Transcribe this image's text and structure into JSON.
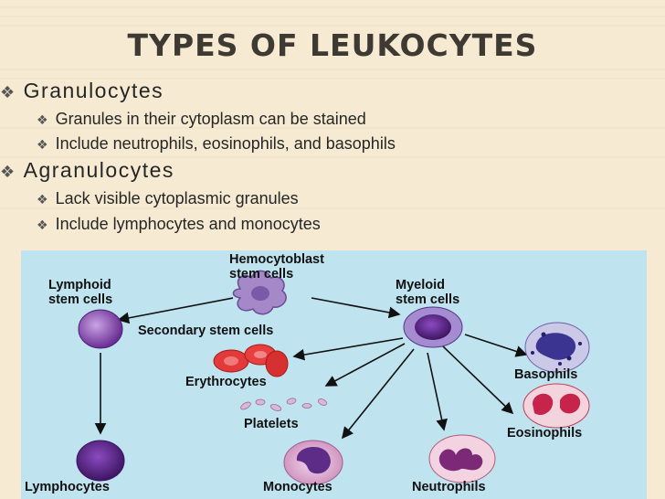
{
  "slide": {
    "title": "TYPES OF LEUKOCYTES",
    "bullets": [
      {
        "text": "Granulocytes",
        "subs": [
          "Granules in their cytoplasm can be stained",
          "Include neutrophils, eosinophils, and basophils"
        ]
      },
      {
        "text": "Agranulocytes",
        "subs": [
          "Lack visible cytoplasmic granules",
          "Include lymphocytes and monocytes"
        ]
      }
    ],
    "bullet_glyph": "❖"
  },
  "figure": {
    "hemocytoblast": [
      "Hemocytoblast",
      "stem cells"
    ],
    "lymphoid": [
      "Lymphoid",
      "stem cells"
    ],
    "myeloid": [
      "Myeloid",
      "stem cells"
    ],
    "secondary": "Secondary stem cells",
    "erythrocytes": "Erythrocytes",
    "platelets": "Platelets",
    "basophils": "Basophils",
    "eosinophils": "Eosinophils",
    "lymphocytes": "Lymphocytes",
    "monocytes": "Monocytes",
    "neutrophils": "Neutrophils"
  },
  "colors": {
    "background": "#f6ead2",
    "figure_bg": "#bfe4ef",
    "cell_purple": "#7b3fa0",
    "erythrocyte_red": "#e23a3a"
  }
}
